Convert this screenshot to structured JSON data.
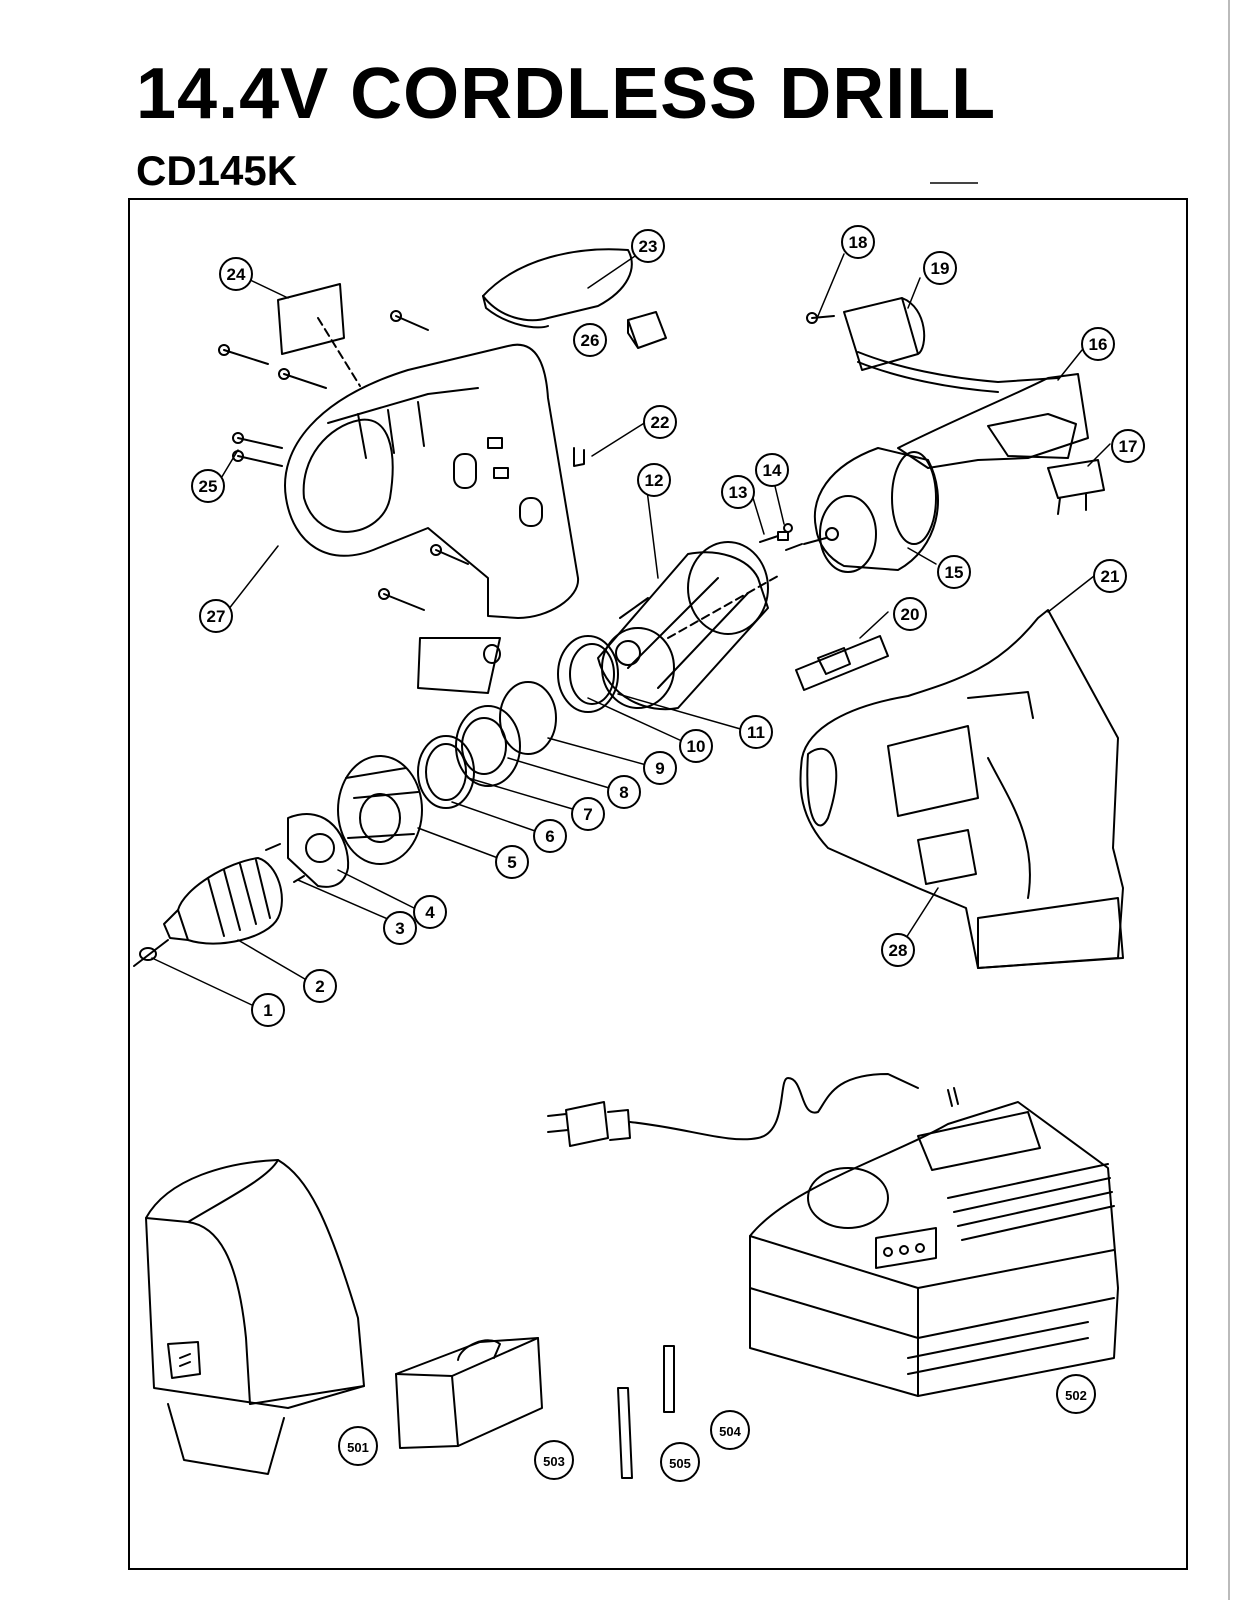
{
  "header": {
    "title": "14.4V CORDLESS DRILL",
    "model": "CD145K"
  },
  "callouts": [
    {
      "id": "c1",
      "label": "1"
    },
    {
      "id": "c2",
      "label": "2"
    },
    {
      "id": "c3",
      "label": "3"
    },
    {
      "id": "c4",
      "label": "4"
    },
    {
      "id": "c5",
      "label": "5"
    },
    {
      "id": "c6",
      "label": "6"
    },
    {
      "id": "c7",
      "label": "7"
    },
    {
      "id": "c8",
      "label": "8"
    },
    {
      "id": "c9",
      "label": "9"
    },
    {
      "id": "c10",
      "label": "10"
    },
    {
      "id": "c11",
      "label": "11"
    },
    {
      "id": "c12",
      "label": "12"
    },
    {
      "id": "c13",
      "label": "13"
    },
    {
      "id": "c14",
      "label": "14"
    },
    {
      "id": "c15",
      "label": "15"
    },
    {
      "id": "c16",
      "label": "16"
    },
    {
      "id": "c17",
      "label": "17"
    },
    {
      "id": "c18",
      "label": "18"
    },
    {
      "id": "c19",
      "label": "19"
    },
    {
      "id": "c20",
      "label": "20"
    },
    {
      "id": "c21",
      "label": "21"
    },
    {
      "id": "c22",
      "label": "22"
    },
    {
      "id": "c23",
      "label": "23"
    },
    {
      "id": "c24",
      "label": "24"
    },
    {
      "id": "c25",
      "label": "25"
    },
    {
      "id": "c26",
      "label": "26"
    },
    {
      "id": "c27",
      "label": "27"
    },
    {
      "id": "c28",
      "label": "28"
    },
    {
      "id": "c501",
      "label": "501"
    },
    {
      "id": "c502",
      "label": "502"
    },
    {
      "id": "c503",
      "label": "503"
    },
    {
      "id": "c504",
      "label": "504"
    },
    {
      "id": "c505",
      "label": "505"
    }
  ]
}
